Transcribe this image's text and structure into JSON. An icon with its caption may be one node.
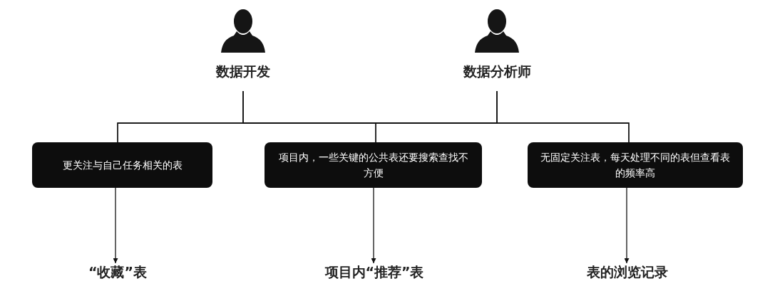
{
  "diagram": {
    "nodes": [
      {
        "text": [
          "数据开发"
        ]
      },
      {
        "text": [
          "数据分析师"
        ]
      },
      {
        "text": [
          "更关注与自己任务相关的表"
        ]
      },
      {
        "text": [
          "项目内，一些关键的公共表还要搜索查找不方便"
        ]
      },
      {
        "text": [
          "无固定关注表，每天处理不同的表但查看表的频率高"
        ]
      },
      {
        "text": [
          "“收藏”表"
        ]
      },
      {
        "text": [
          "项目内“推荐”表"
        ]
      },
      {
        "text": [
          "表的浏览记录"
        ]
      }
    ],
    "edges": [
      {
        "from": 0,
        "to": 2,
        "arrow": "none"
      },
      {
        "from": 0,
        "to": 3,
        "arrow": "none"
      },
      {
        "from": 0,
        "to": 4,
        "arrow": "none"
      },
      {
        "from": 1,
        "to": 2,
        "arrow": "none"
      },
      {
        "from": 1,
        "to": 3,
        "arrow": "none"
      },
      {
        "from": 1,
        "to": 4,
        "arrow": "none"
      },
      {
        "from": 2,
        "to": 5,
        "arrow": "to"
      },
      {
        "from": 3,
        "to": 6,
        "arrow": "to"
      },
      {
        "from": 4,
        "to": 7,
        "arrow": "to"
      }
    ]
  }
}
